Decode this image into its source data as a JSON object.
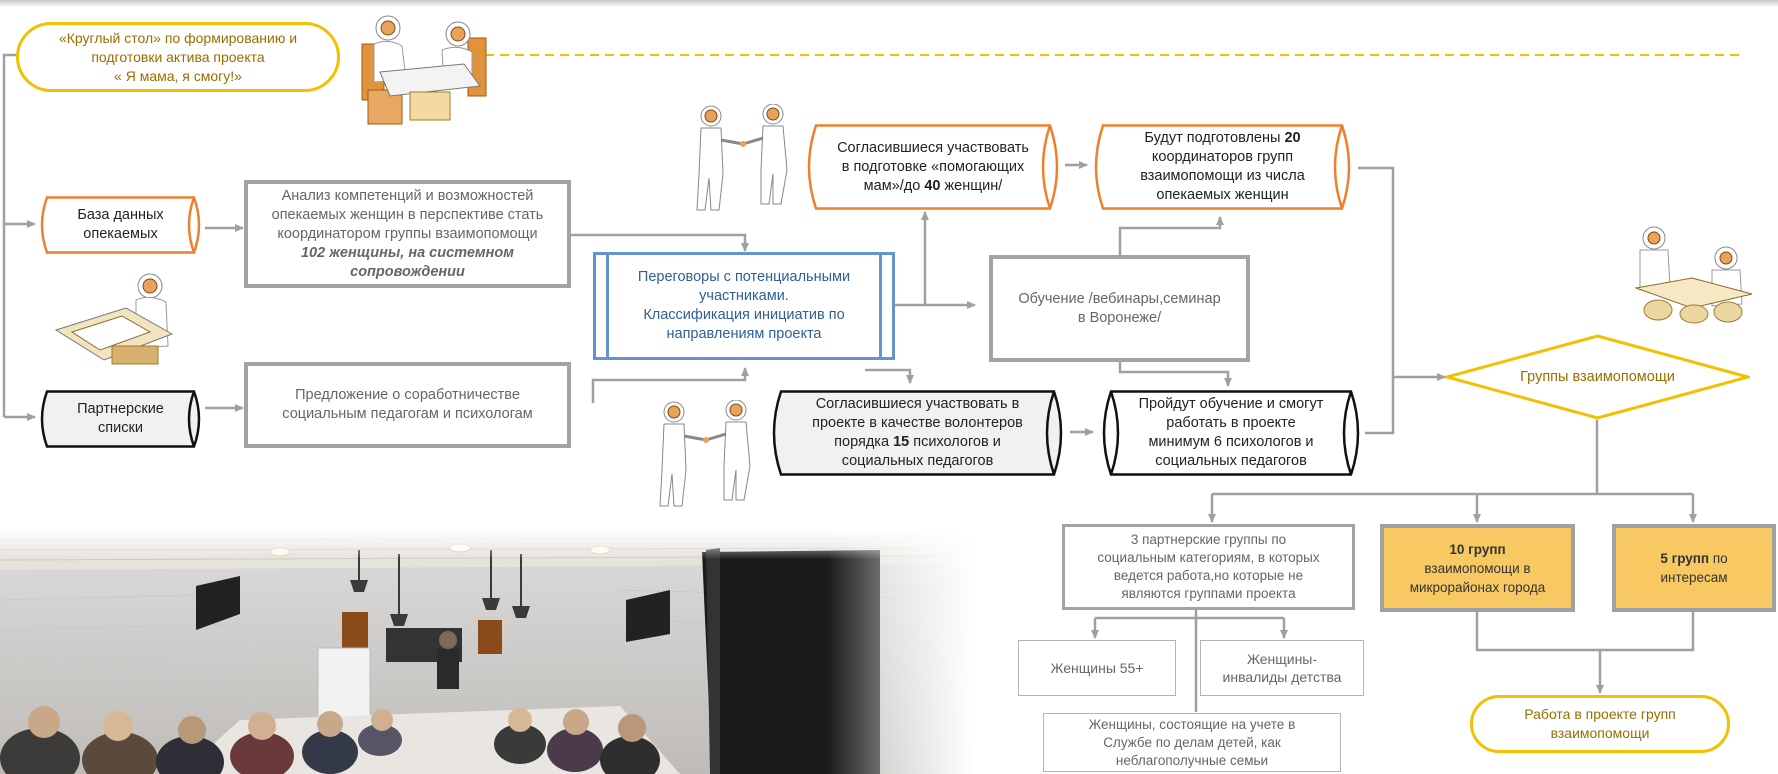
{
  "round_table": {
    "line1": "«Круглый стол» по формированию и",
    "line2": "подготовки актива проекта",
    "line3": "« Я мама, я смогу!»"
  },
  "db_wards": {
    "line1": "База данных",
    "line2": "опекаемых"
  },
  "partner_lists": {
    "line1": "Партнерские",
    "line2": "списки"
  },
  "analysis": {
    "line1": "Анализ компетенций и возможностей",
    "line2": "опекаемых женщин в перспективе стать",
    "line3": "координатором группы взаимопомощи",
    "line4": "102 женщины, на системном",
    "line5": "сопровождении"
  },
  "proposal": {
    "line1": "Предложение о соработничестве",
    "line2": "социальным педагогам и психологам"
  },
  "negotiations": {
    "line1": "Переговоры с потенциальными",
    "line2": "участниками.",
    "line3": "Классификация инициатив по",
    "line4": "направлениям проекта"
  },
  "agreed_moms": {
    "line1": "Согласившиеся участвовать",
    "line2": "в подготовке «помогающих",
    "line3_a": "мам»/до ",
    "line3_b": "40",
    "line3_c": " женщин/"
  },
  "coordinators": {
    "line1_a": "Будут подготовлены ",
    "line1_b": "20",
    "line2": "координаторов групп",
    "line3": "взаимопомощи из числа",
    "line4": "опекаемых женщин"
  },
  "training": {
    "line1": "Обучение /вебинары,семинар",
    "line2": "в Воронеже/"
  },
  "volunteers": {
    "line1": "Согласившиеся участвовать в",
    "line2": "проекте в качестве волонтеров",
    "line3_a": "порядка ",
    "line3_b": "15",
    "line3_c": " психологов и",
    "line4": "социальных педагогов"
  },
  "trained": {
    "line1": "Пройдут обучение  и смогут",
    "line2": "работать в проекте",
    "line3": "минимум 6 психологов и",
    "line4": "социальных педагогов"
  },
  "mutual_groups": {
    "label": "Группы взаимопомощи"
  },
  "partner_groups": {
    "line1": "3 партнерские группы по",
    "line2": "социальным категориям, в которых",
    "line3": "ведется работа,но которые не",
    "line4": "являются группами проекта"
  },
  "ten_groups": {
    "line1": "10 групп",
    "line2": "взаимопомощи в",
    "line3": "микрорайонах города"
  },
  "five_groups": {
    "line1_a": "5 групп",
    "line1_b": " по",
    "line2": "интересам"
  },
  "women55": {
    "label": "Женщины 55+"
  },
  "women_disabled": {
    "line1": "Женщины-",
    "line2": "инвалиды детства"
  },
  "women_registered": {
    "line1": "Женщины, состоящие на учете в",
    "line2": "Службе по делам детей,  как",
    "line3": "неблагополучные семьи"
  },
  "work_groups": {
    "line1": "Работа в проекте групп",
    "line2": "взаимопомощи"
  },
  "colors": {
    "accent_yellow": "#f2c000",
    "orange": "#ee7f2d",
    "blue": "#6494cf",
    "gray": "#a3a3a3",
    "fill_yellow": "#f8c962"
  },
  "icons": [
    "meeting-table-icon",
    "handshake-people-icon",
    "desk-worker-icon",
    "meeting-group-icon",
    "seminar-photo"
  ]
}
